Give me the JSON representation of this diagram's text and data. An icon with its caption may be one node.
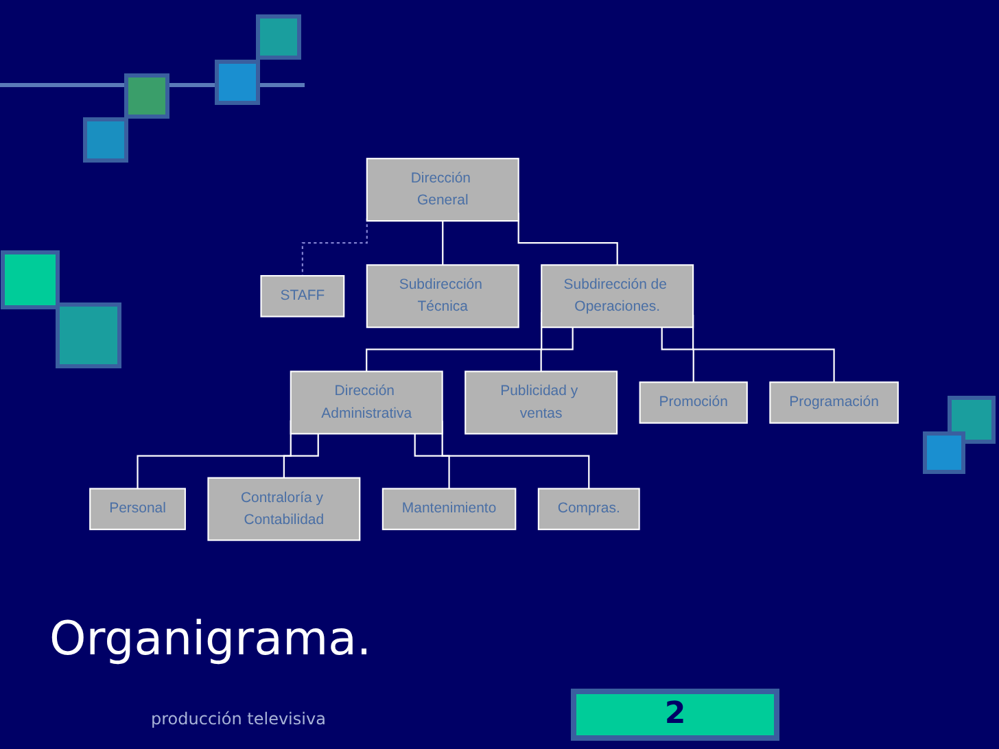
{
  "diagram": {
    "title": "Organigrama.",
    "nodes": [
      {
        "text": [
          "Dirección General"
        ]
      },
      {
        "text": [
          "STAFF"
        ]
      },
      {
        "text": [
          "Subdirección Técnica"
        ]
      },
      {
        "text": [
          "Subdirección de Operaciones."
        ]
      },
      {
        "text": [
          "Dirección Administrativa"
        ]
      },
      {
        "text": [
          "Publicidad y ventas"
        ]
      },
      {
        "text": [
          "Promoción"
        ]
      },
      {
        "text": [
          "Programación"
        ]
      },
      {
        "text": [
          "Personal"
        ]
      },
      {
        "text": [
          "Contraloría y Contabilidad"
        ]
      },
      {
        "text": [
          "Mantenimiento"
        ]
      },
      {
        "text": [
          "Compras."
        ]
      }
    ],
    "edges": [
      {
        "from": 0,
        "to": 2,
        "arrow": "none"
      },
      {
        "from": 0,
        "to": 3,
        "arrow": "none"
      },
      {
        "from": 0,
        "to": 1,
        "arrow": "none",
        "style": "dashed",
        "color": "#8080d0"
      },
      {
        "from": 3,
        "to": 4,
        "arrow": "none"
      },
      {
        "from": 3,
        "to": 5,
        "arrow": "none"
      },
      {
        "from": 3,
        "to": 6,
        "arrow": "none"
      },
      {
        "from": 3,
        "to": 7,
        "arrow": "none"
      },
      {
        "from": 4,
        "to": 8,
        "arrow": "none"
      },
      {
        "from": 4,
        "to": 9,
        "arrow": "none"
      },
      {
        "from": 4,
        "to": 10,
        "arrow": "none"
      },
      {
        "from": 4,
        "to": 11,
        "arrow": "none"
      }
    ],
    "labels": [
      "producción televisiva",
      "2"
    ]
  }
}
